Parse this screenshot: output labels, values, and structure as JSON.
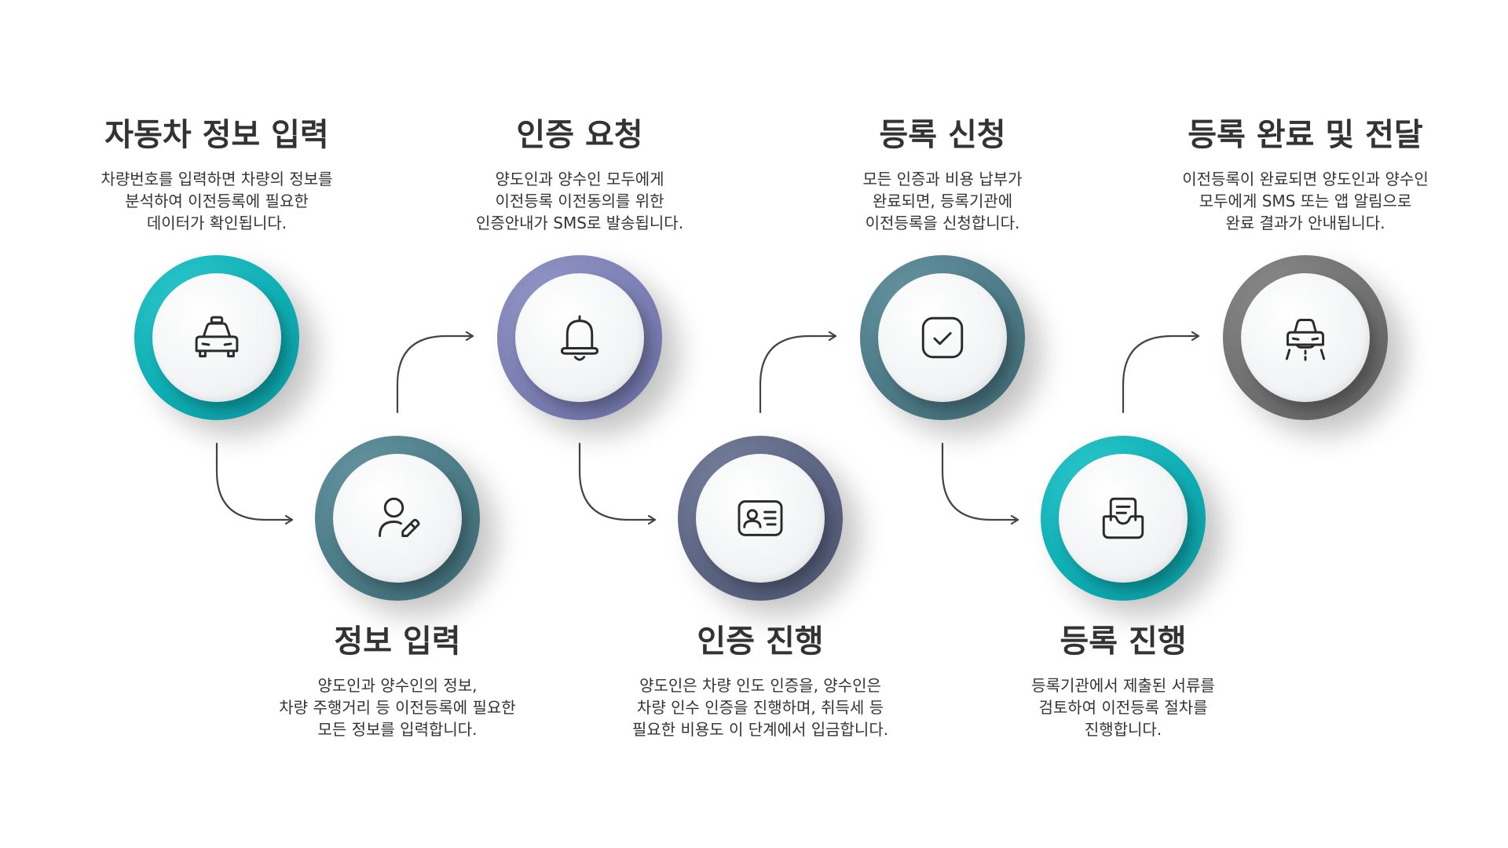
{
  "steps": [
    {
      "title": "자동차 정보 입력",
      "desc": [
        "차량번호를 입력하면 차량의 정보를",
        "분석하여 이전등록에 필요한",
        "데이터가 확인됩니다."
      ],
      "icon": "car-icon",
      "color": "#0fb0b6"
    },
    {
      "title": "정보 입력",
      "desc": [
        "양도인과 양수인의 정보,",
        "차량 주행거리 등 이전등록에 필요한",
        "모든 정보를 입력합니다."
      ],
      "icon": "user-edit-icon",
      "color": "#4d7d88"
    },
    {
      "title": "인증 요청",
      "desc": [
        "양도인과 양수인 모두에게",
        "이전등록 이전동의를 위한",
        "인증안내가 SMS로 발송됩니다."
      ],
      "icon": "bell-icon",
      "color": "#7c80b4"
    },
    {
      "title": "인증 진행",
      "desc": [
        "양도인은 차량 인도 인증을, 양수인은",
        "차량 인수 인증을 진행하며, 취득세 등",
        "필요한 비용도 이 단계에서 입금합니다."
      ],
      "icon": "id-card-icon",
      "color": "#5d6684"
    },
    {
      "title": "등록 신청",
      "desc": [
        "모든 인증과 비용 납부가",
        "완료되면, 등록기관에",
        "이전등록을 신청합니다."
      ],
      "icon": "checkbox-icon",
      "color": "#4e7c88"
    },
    {
      "title": "등록 진행",
      "desc": [
        "등록기관에서 제출된 서류를",
        "검토하여 이전등록 절차를",
        "진행합니다."
      ],
      "icon": "inbox-document-icon",
      "color": "#0fb0b6"
    },
    {
      "title": "등록 완료 및 전달",
      "desc": [
        "이전등록이 완료되면 양도인과 양수인",
        "모두에게 SMS 또는 앱 알림으로",
        "완료 결과가 안내됩니다."
      ],
      "icon": "car-road-icon",
      "color": "#727272"
    }
  ]
}
